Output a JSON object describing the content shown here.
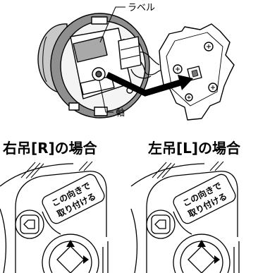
{
  "callouts": {
    "label": "ラベル",
    "shaft": "軸"
  },
  "cases": [
    {
      "heading": "右吊[R]の場合",
      "tag_line1": "この向きで",
      "tag_line2": "取り付ける"
    },
    {
      "heading": "左吊[L]の場合",
      "tag_line1": "この向きで",
      "tag_line2": "取り付ける"
    }
  ],
  "colors": {
    "line": "#000000",
    "rim_shade": "#8f8f8f",
    "body_shade": "#c8c8c8",
    "label_shade": "#a9a9a9"
  }
}
